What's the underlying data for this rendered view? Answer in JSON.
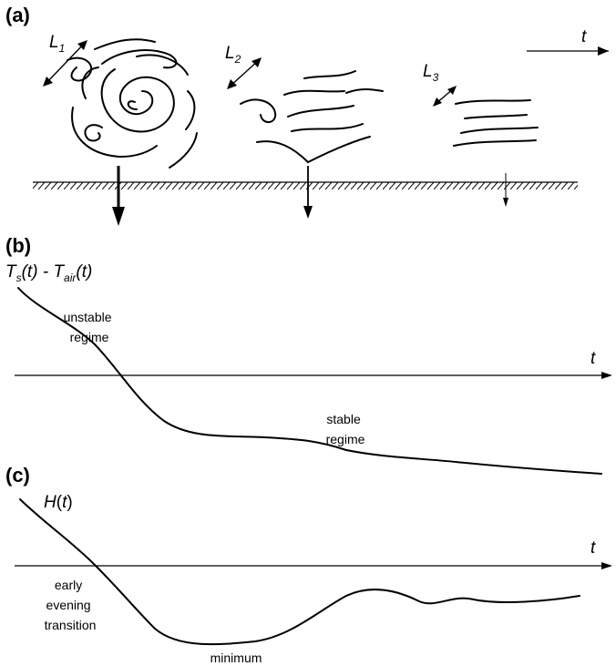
{
  "panel_a": {
    "label": "(a)",
    "time_symbol": "t",
    "scales": [
      {
        "symbol": "L",
        "index": "1"
      },
      {
        "symbol": "L",
        "index": "2"
      },
      {
        "symbol": "L",
        "index": "3"
      }
    ]
  },
  "panel_b": {
    "label": "(b)",
    "ylabel": {
      "T": "T",
      "s": "s",
      "paren_t1": "(t) - ",
      "T2": "T",
      "air": "air",
      "paren_t2": "(t)"
    },
    "time_symbol": "t",
    "annotation_unstable": [
      "unstable",
      "regime"
    ],
    "annotation_stable": [
      "stable",
      "regime"
    ]
  },
  "panel_c": {
    "label": "(c)",
    "ylabel": {
      "H": "H",
      "paren": "(",
      "t": "t",
      "close": ")"
    },
    "time_symbol": "t",
    "annotation_transition": [
      "early",
      "evening",
      "transition"
    ],
    "annotation_minimum": "minimum"
  },
  "colors": {
    "ink": "#000000",
    "background": "#ffffff"
  }
}
